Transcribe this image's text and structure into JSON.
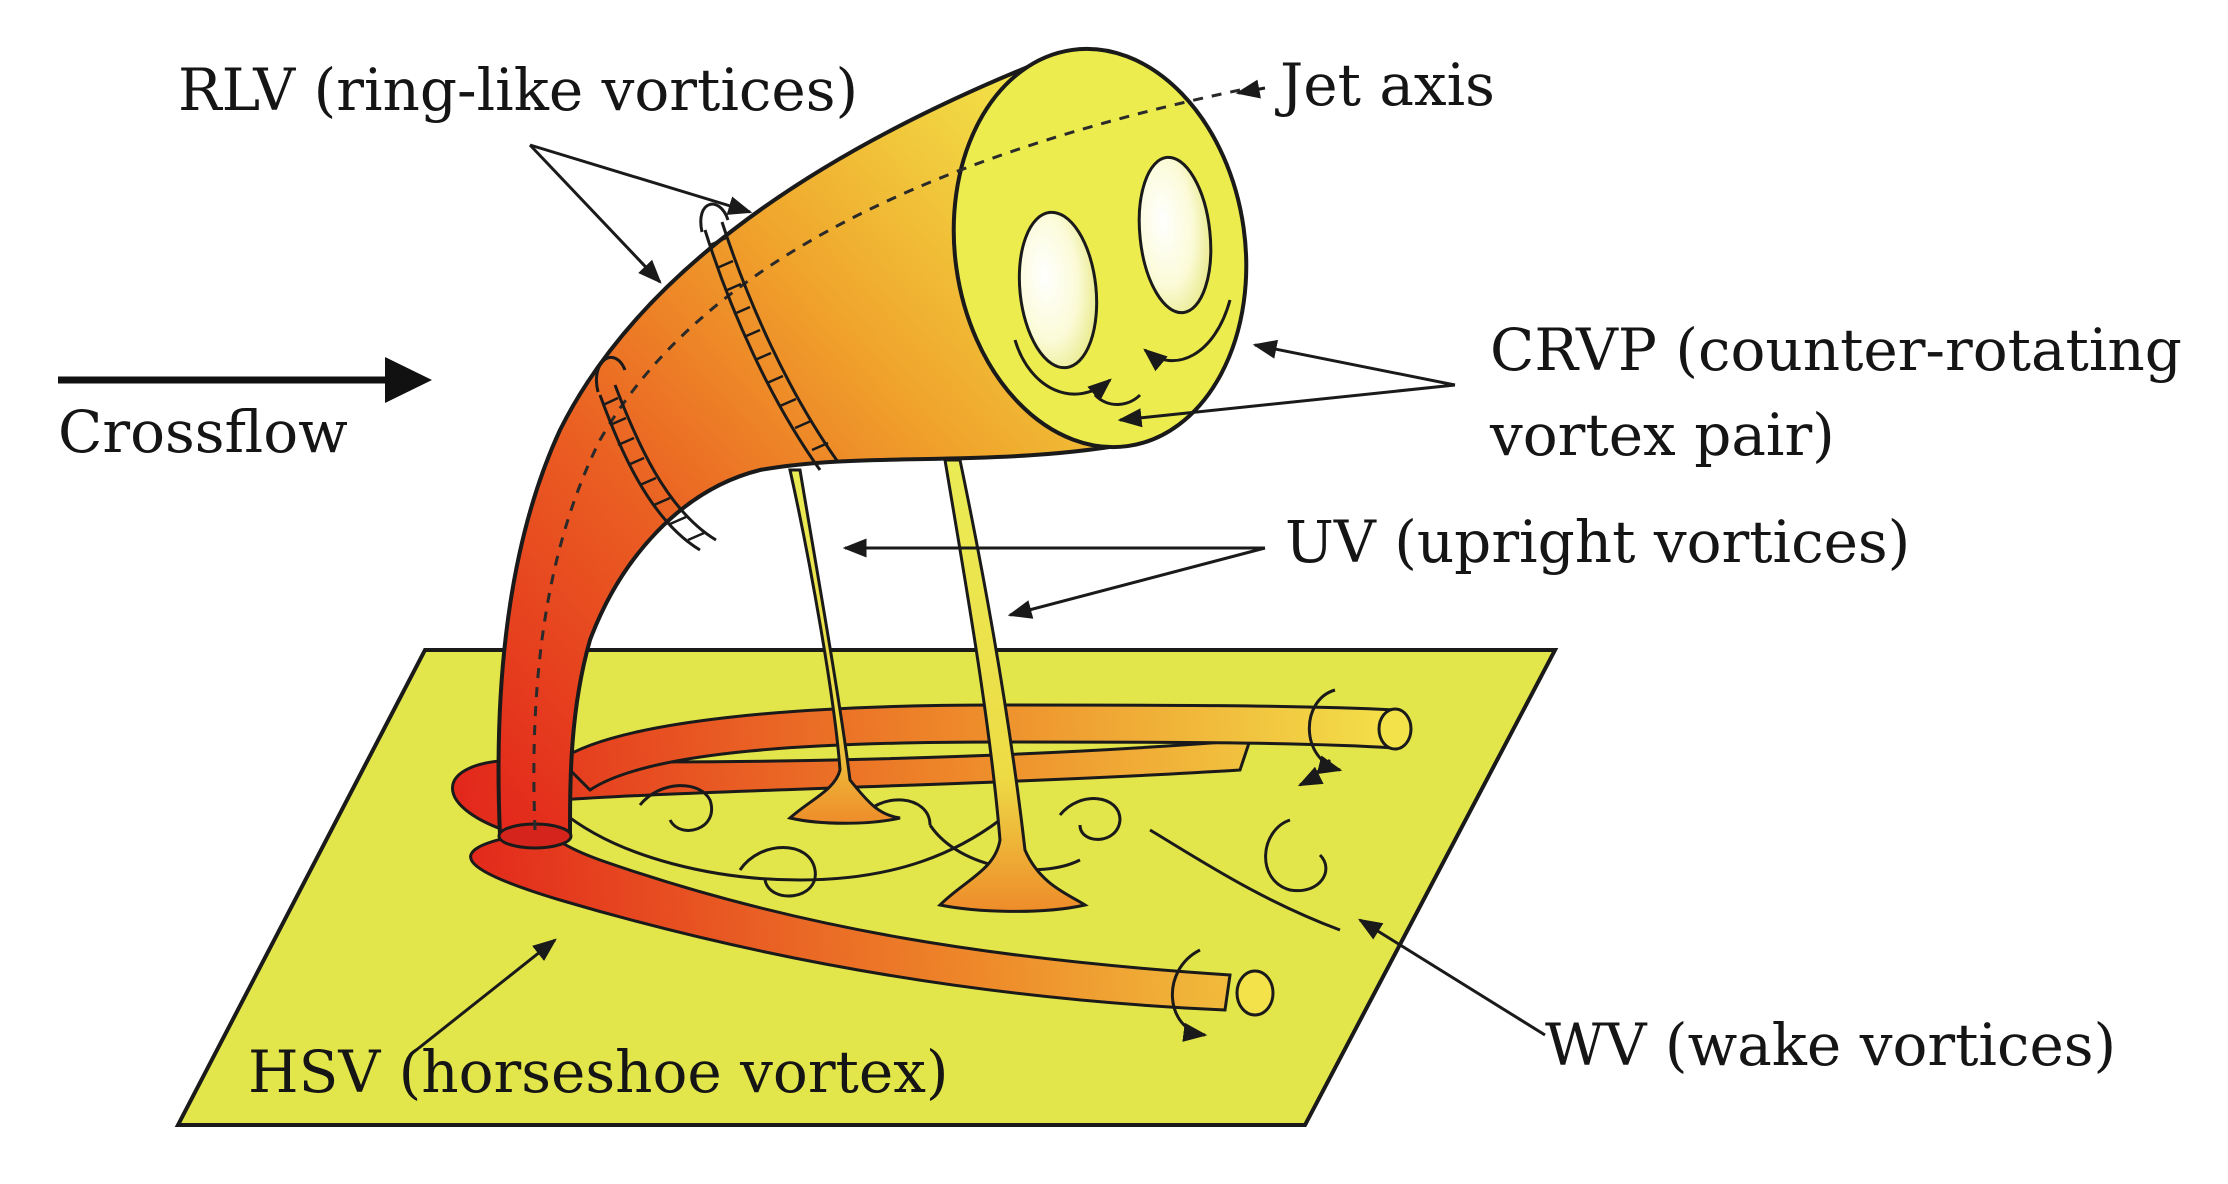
{
  "labels": {
    "rlv": "RLV (ring-like vortices)",
    "jet_axis": "Jet axis",
    "crossflow": "Crossflow",
    "crvp_line1": "CRVP (counter-rotating",
    "crvp_line2": "vortex pair)",
    "uv": "UV (upright vortices)",
    "wv": "WV (wake vortices)",
    "hsv": "HSV (horseshoe vortex)"
  },
  "colors": {
    "plate": "#e3e64a",
    "jet_base": "#e2241b",
    "jet_mid": "#f0a62c",
    "jet_top": "#f2ef4e",
    "outline": "#1a1a1a",
    "text": "#151515"
  }
}
